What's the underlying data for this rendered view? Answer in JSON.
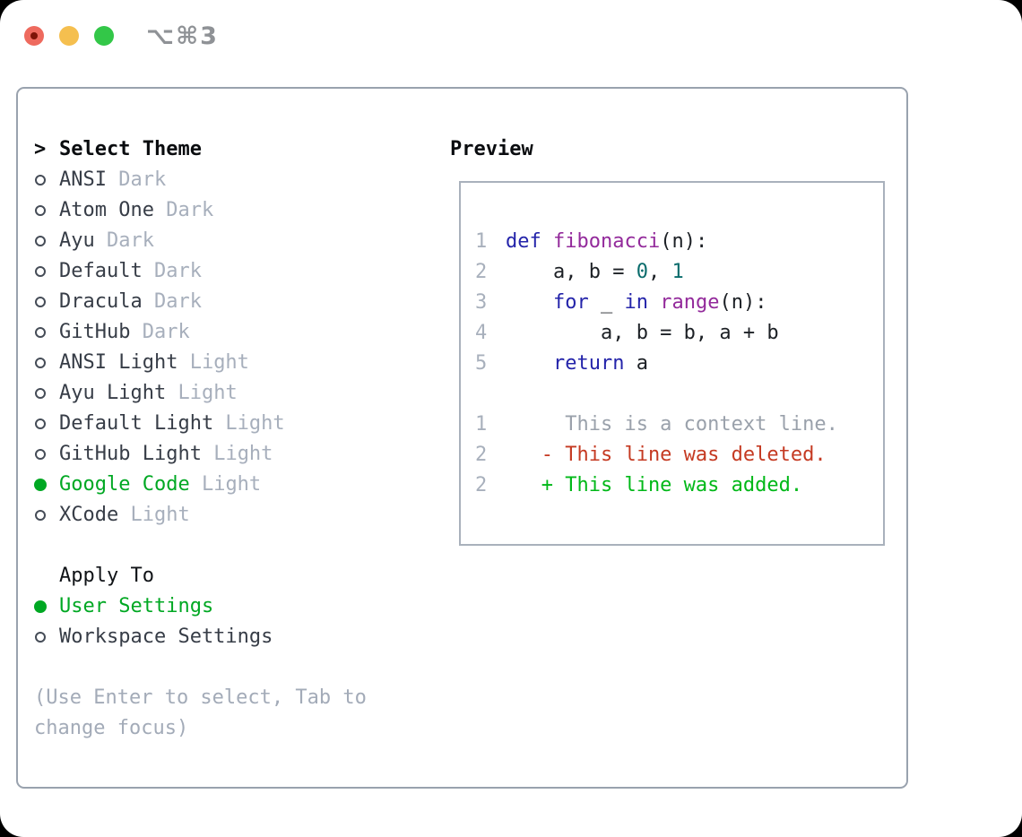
{
  "window": {
    "shortcut_label": "⌥⌘3",
    "traffic_lights": [
      "close",
      "minimize",
      "zoom"
    ]
  },
  "theme_picker": {
    "header": {
      "cursor": ">",
      "label": "Select Theme"
    },
    "themes": [
      {
        "name": "ANSI",
        "variant": "Dark",
        "selected": false
      },
      {
        "name": "Atom One",
        "variant": "Dark",
        "selected": false
      },
      {
        "name": "Ayu",
        "variant": "Dark",
        "selected": false
      },
      {
        "name": "Default",
        "variant": "Dark",
        "selected": false
      },
      {
        "name": "Dracula",
        "variant": "Dark",
        "selected": false
      },
      {
        "name": "GitHub",
        "variant": "Dark",
        "selected": false
      },
      {
        "name": "ANSI Light",
        "variant": "Light",
        "selected": false
      },
      {
        "name": "Ayu Light",
        "variant": "Light",
        "selected": false
      },
      {
        "name": "Default Light",
        "variant": "Light",
        "selected": false
      },
      {
        "name": "GitHub Light",
        "variant": "Light",
        "selected": false
      },
      {
        "name": "Google Code",
        "variant": "Light",
        "selected": true
      },
      {
        "name": "XCode",
        "variant": "Light",
        "selected": false
      }
    ],
    "apply_to": {
      "label": "Apply To",
      "options": [
        {
          "label": "User Settings",
          "selected": true
        },
        {
          "label": "Workspace Settings",
          "selected": false
        }
      ]
    },
    "help_lines": [
      "(Use Enter to select, Tab to",
      "change focus)"
    ]
  },
  "preview": {
    "title": "Preview",
    "lines": [
      {
        "num": "1",
        "segs": [
          {
            "t": "def ",
            "c": "kw"
          },
          {
            "t": "fibonacci",
            "c": "fn"
          },
          {
            "t": "(n):",
            "c": "pl"
          }
        ]
      },
      {
        "num": "2",
        "segs": [
          {
            "t": "    a, b = ",
            "c": "pl"
          },
          {
            "t": "0",
            "c": "lit"
          },
          {
            "t": ", ",
            "c": "pl"
          },
          {
            "t": "1",
            "c": "lit"
          }
        ]
      },
      {
        "num": "3",
        "segs": [
          {
            "t": "    ",
            "c": "pl"
          },
          {
            "t": "for",
            "c": "kw"
          },
          {
            "t": " _ ",
            "c": "pl"
          },
          {
            "t": "in",
            "c": "kw"
          },
          {
            "t": " ",
            "c": "pl"
          },
          {
            "t": "range",
            "c": "fn"
          },
          {
            "t": "(n):",
            "c": "pl"
          }
        ]
      },
      {
        "num": "4",
        "segs": [
          {
            "t": "        a, b = b, a + b",
            "c": "pl"
          }
        ]
      },
      {
        "num": "5",
        "segs": [
          {
            "t": "    ",
            "c": "pl"
          },
          {
            "t": "return",
            "c": "kw"
          },
          {
            "t": " a",
            "c": "pl"
          }
        ]
      },
      {
        "num": "",
        "segs": []
      },
      {
        "num": "1",
        "segs": [
          {
            "t": "     This is a context line.",
            "c": "ctx"
          }
        ]
      },
      {
        "num": "2",
        "segs": [
          {
            "t": "   - This line was deleted.",
            "c": "del"
          }
        ]
      },
      {
        "num": "2",
        "segs": [
          {
            "t": "   + This line was added.",
            "c": "add"
          }
        ]
      }
    ]
  },
  "colors": {
    "selection_green": "#00a823",
    "diff_added_green": "#00b818",
    "diff_deleted_red": "#c53a22",
    "keyword_blue": "#2424aa",
    "function_purple": "#932a9b",
    "literal_teal": "#0a6c6c",
    "muted_gray": "#a7afbc",
    "text_dark": "#373d47",
    "panel_border": "#99a2ae",
    "traffic_red": "#ee6a5e",
    "traffic_yellow": "#f5bf4f",
    "traffic_green": "#33c748"
  }
}
